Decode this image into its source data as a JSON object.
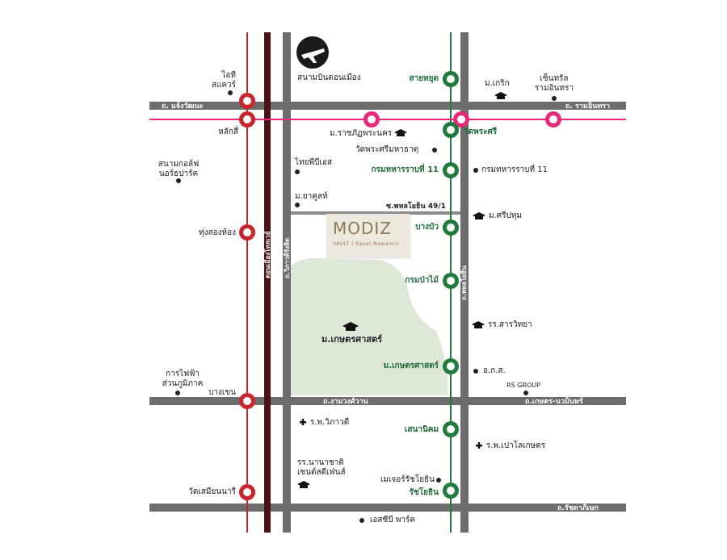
{
  "colors": {
    "road": "#6d6d6d",
    "bts_pink": "#e8297a",
    "bts_green": "#1f7a3c",
    "red_line": "#c8252c",
    "dark_red_line": "#4a1414",
    "park": "#dde8d8"
  },
  "icons": {
    "airport": "plane-icon",
    "station": "train-icon",
    "school": "graduation-cap-icon",
    "hospital": "cross-icon",
    "poi": "dot-icon"
  },
  "roads": {
    "chaeng_watthana": "ถ. แจ้งวัฒนะ",
    "ram_inthra": "ถ. รามอินทรา",
    "phahonyothin_49_1": "ซ.พหลโยธิน 49/1",
    "ngam_wong_wan": "ถ.งามวงศ์วาน",
    "kaset_nawamin": "ถ.เกษตร-นวมินทร์",
    "ratchadaphisek": "ถ.รัชดาภิเษก",
    "don_mueang_tollway": "ดอนเมืองโทลเวย์",
    "vibhavadi": "ถ.วิภาวดีรังสิต",
    "phahonyothin": "ถ.พหลโยธิน"
  },
  "stations_green": [
    {
      "name": "สายหยุด"
    },
    {
      "name": "วัดพระศรี"
    },
    {
      "name": "กรมทหารราบที่ 11"
    },
    {
      "name": "บางบัว"
    },
    {
      "name": "กรมป่าไม้"
    },
    {
      "name": "ม.เกษตรศาสตร์"
    },
    {
      "name": "เสนานิคม"
    },
    {
      "name": "รัชโยธิน"
    }
  ],
  "stations_red": [
    {
      "name": "หลักสี่"
    },
    {
      "name": "ทุ่งสองห้อง"
    },
    {
      "name": "บางเขน"
    },
    {
      "name": "วัดเสมียนนารี"
    }
  ],
  "places": {
    "airport": "สนามบินดอนเมือง",
    "it_square": "ไอที\nสแควร์",
    "golf": "สนามกอล์ฟ\nนอร์ธปาร์ค",
    "mrt_label": "การไฟฟ้า\nส่วนภูมิภาค",
    "central": "เซ็นทรัล\nรามอินทรา",
    "bkerd": "ม.เกริก",
    "rajabhat": "ม.ราชภัฏพระนคร",
    "wat_phra_sri": "วัดพระศรีมหาธาตุ",
    "tops": "ไทยพีบีเอส",
    "m_yakul": "ม.ยาคูลท์",
    "infantry": "กรมทหารราบที่ 11",
    "sripatum": "ม.ศรีปทุม",
    "sarawittaya": "รร.สารวิทยา",
    "kasetsart": "ม.เกษตรศาสตร์",
    "ortorkor": "อ.ก.ส.",
    "rs_group": "RS GROUP",
    "vibhavadi_hosp": "ร.พ.วิภาวดี",
    "paolo": "ร.พ.เปาโลเกษตร",
    "nanachart": "รร.นานาชาติ\nเซนต์สตีเฟ่นส์",
    "major": "เมเจอร์รัชโยธิน",
    "sb_park": "เอสซีบี พาร์ค"
  },
  "project": {
    "logo": "MODIZ",
    "sub": "VAULT | Kaset-Nawamin"
  }
}
